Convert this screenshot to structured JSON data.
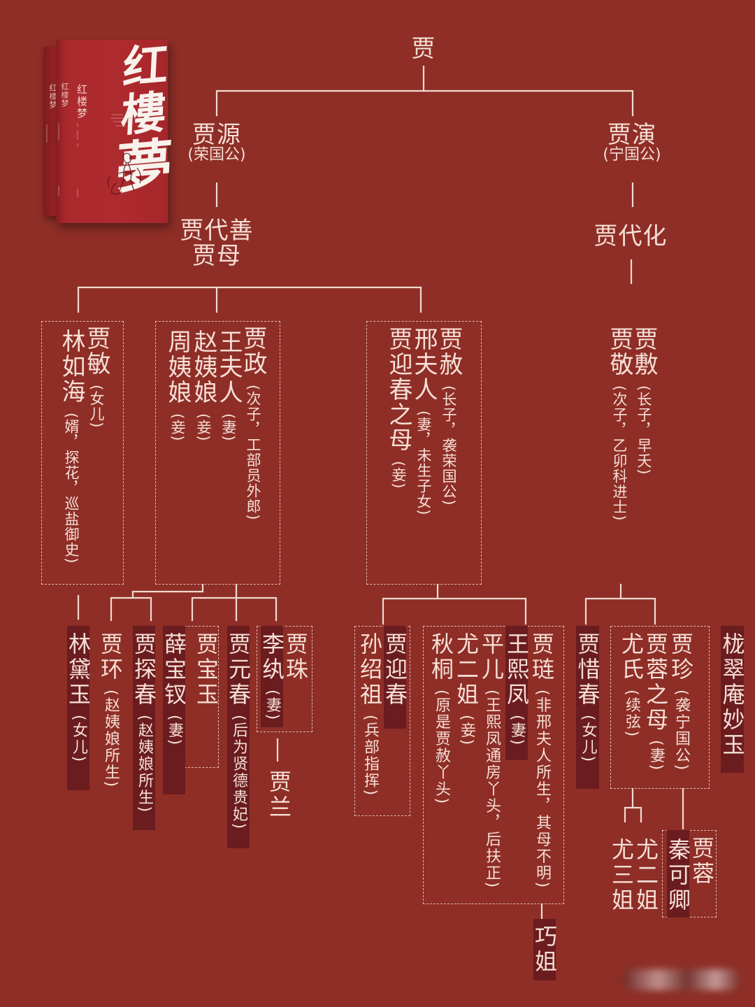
{
  "colors": {
    "background": "#8E2E27",
    "text": "#F6DFD6",
    "line": "#F3DAD0",
    "highlight_strip": "#6B1C1F",
    "book_cover": "#AC2A2E"
  },
  "book_cover": {
    "calligraphy": [
      "红",
      "樓",
      "夢"
    ],
    "cover_title": "红楼梦",
    "spine_title_front": "红楼梦",
    "spine_title_back": "红楼梦"
  },
  "tree": {
    "root": {
      "name": "贾"
    },
    "rongguo": {
      "founder": {
        "name": "贾源",
        "note": "(荣国公)"
      },
      "heir": {
        "name": "贾代善",
        "spouse": "贾母"
      },
      "branches": {
        "jia_min": {
          "members": [
            {
              "name": "贾敏",
              "note": "(女儿)"
            },
            {
              "name": "林如海",
              "note": "(婿，探花，巡盐御史)"
            }
          ],
          "children": [
            {
              "name": "林黛玉",
              "note": "(女儿)",
              "highlighted": true
            }
          ]
        },
        "jia_zheng": {
          "members": [
            {
              "name": "贾政",
              "note": "(次子，工部员外郎)"
            },
            {
              "name": "王夫人",
              "note": "(妻)"
            },
            {
              "name": "赵姨娘",
              "note": "(妾)"
            },
            {
              "name": "周姨娘",
              "note": "(妾)"
            }
          ],
          "children": [
            {
              "name": "贾环",
              "note": "(赵姨娘所生)",
              "highlighted": false
            },
            {
              "name": "贾探春",
              "note": "(赵姨娘所生)",
              "highlighted": true
            },
            {
              "name": "贾宝玉",
              "highlighted": false,
              "spouse": {
                "name": "薛宝钗",
                "note": "(妻)",
                "highlighted": true
              }
            },
            {
              "name": "贾元春",
              "note": "(后为贤德贵妃)",
              "highlighted": true
            },
            {
              "name": "贾珠",
              "highlighted": false,
              "spouse": {
                "name": "李纨",
                "note": "(妻)",
                "highlighted": true
              },
              "children": [
                {
                  "name": "贾兰",
                  "highlighted": false
                }
              ]
            }
          ]
        },
        "jia_she": {
          "members": [
            {
              "name": "贾赦",
              "note": "(长子，袭荣国公)"
            },
            {
              "name": "邢夫人",
              "note": "(妻，未生子女)"
            },
            {
              "name": "贾迎春之母",
              "note": "(妾)"
            }
          ],
          "children": [
            {
              "name": "贾迎春",
              "highlighted": true,
              "spouse": {
                "name": "孙绍祖",
                "note": "(兵部指挥)",
                "highlighted": false
              }
            },
            {
              "name": "贾琏",
              "note": "(非邢夫人所生，其母不明)",
              "highlighted": false,
              "spouses": [
                {
                  "name": "王熙凤",
                  "note": "(妻)",
                  "highlighted": true
                },
                {
                  "name": "平儿",
                  "note": "(王熙凤通房丫头，后扶正)",
                  "highlighted": false
                },
                {
                  "name": "尤二姐",
                  "note": "(妾)",
                  "highlighted": false
                },
                {
                  "name": "秋桐",
                  "note": "(原是贾赦丫头)",
                  "highlighted": false
                }
              ],
              "children": [
                {
                  "name": "巧姐",
                  "highlighted": true
                }
              ]
            }
          ]
        }
      }
    },
    "ningguo": {
      "founder": {
        "name": "贾演",
        "note": "(宁国公)"
      },
      "heir": {
        "name": "贾代化"
      },
      "branches": {
        "sons": {
          "members": [
            {
              "name": "贾敷",
              "note": "(长子，早夭)"
            },
            {
              "name": "贾敬",
              "note": "(次子，乙卯科进士)"
            }
          ],
          "children": [
            {
              "name": "贾惜春",
              "note": "(女儿)",
              "highlighted": true
            },
            {
              "name": "贾珍",
              "note": "(袭宁国公)",
              "highlighted": false,
              "spouses": [
                {
                  "name": "贾蓉之母",
                  "note": "(妻)",
                  "highlighted": false
                },
                {
                  "name": "尤氏",
                  "note": "(续弦)",
                  "highlighted": false
                }
              ],
              "linked": [
                {
                  "name": "尤二姐",
                  "highlighted": false
                },
                {
                  "name": "尤三姐",
                  "highlighted": false
                }
              ],
              "children": [
                {
                  "name": "贾蓉",
                  "highlighted": false,
                  "spouse": {
                    "name": "秦可卿",
                    "highlighted": true
                  }
                }
              ]
            }
          ]
        }
      }
    },
    "others": [
      {
        "name": "栊翠庵妙玉",
        "highlighted": true
      }
    ]
  }
}
